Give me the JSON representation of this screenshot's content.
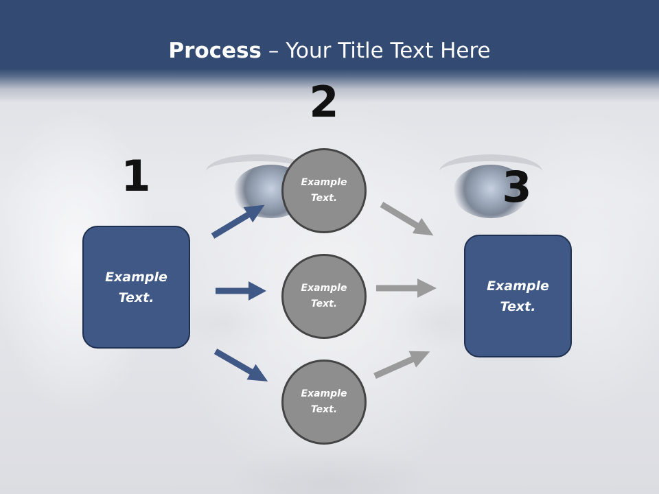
{
  "title": {
    "bold": "Process",
    "rest": " – Your Title Text Here"
  },
  "steps": [
    {
      "number": "1"
    },
    {
      "number": "2"
    },
    {
      "number": "3"
    }
  ],
  "left_box": {
    "text": "Example\nText."
  },
  "right_box": {
    "text": "Example\nText."
  },
  "circles": [
    {
      "text": "Example\nText."
    },
    {
      "text": "Example\nText."
    },
    {
      "text": "Example\nText."
    }
  ],
  "colors": {
    "header": "#334a72",
    "box_fill": "#3f5885",
    "circle_fill": "#8e8e8e",
    "blue_arrow": "#3f5885",
    "gray_arrow": "#9a9a9a"
  }
}
